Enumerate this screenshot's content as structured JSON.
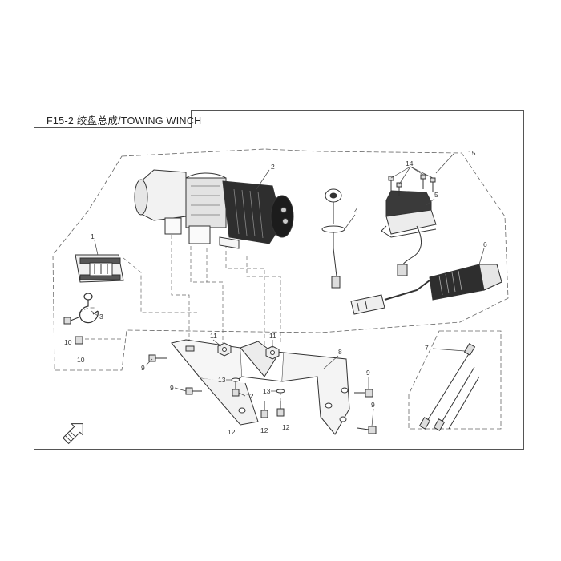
{
  "title": "F15-2 绞盘总成/TOWING WINCH",
  "callouts": {
    "c1": "1",
    "c2": "2",
    "c3": "3",
    "c4": "4",
    "c5": "5",
    "c6": "6",
    "c7": "7",
    "c8": "8",
    "c9a": "9",
    "c9b": "9",
    "c9c": "9",
    "c9d": "9",
    "c10a": "10",
    "c10b": "10",
    "c11a": "11",
    "c11b": "11",
    "c12a": "12",
    "c12b": "12",
    "c12c": "12",
    "c12d": "12",
    "c13a": "13",
    "c13b": "13",
    "c14": "14",
    "c15": "15"
  },
  "colors": {
    "line": "#555555",
    "accent": "#222222",
    "paper": "#ffffff"
  },
  "icons": {
    "direction": "front-arrow-icon"
  }
}
